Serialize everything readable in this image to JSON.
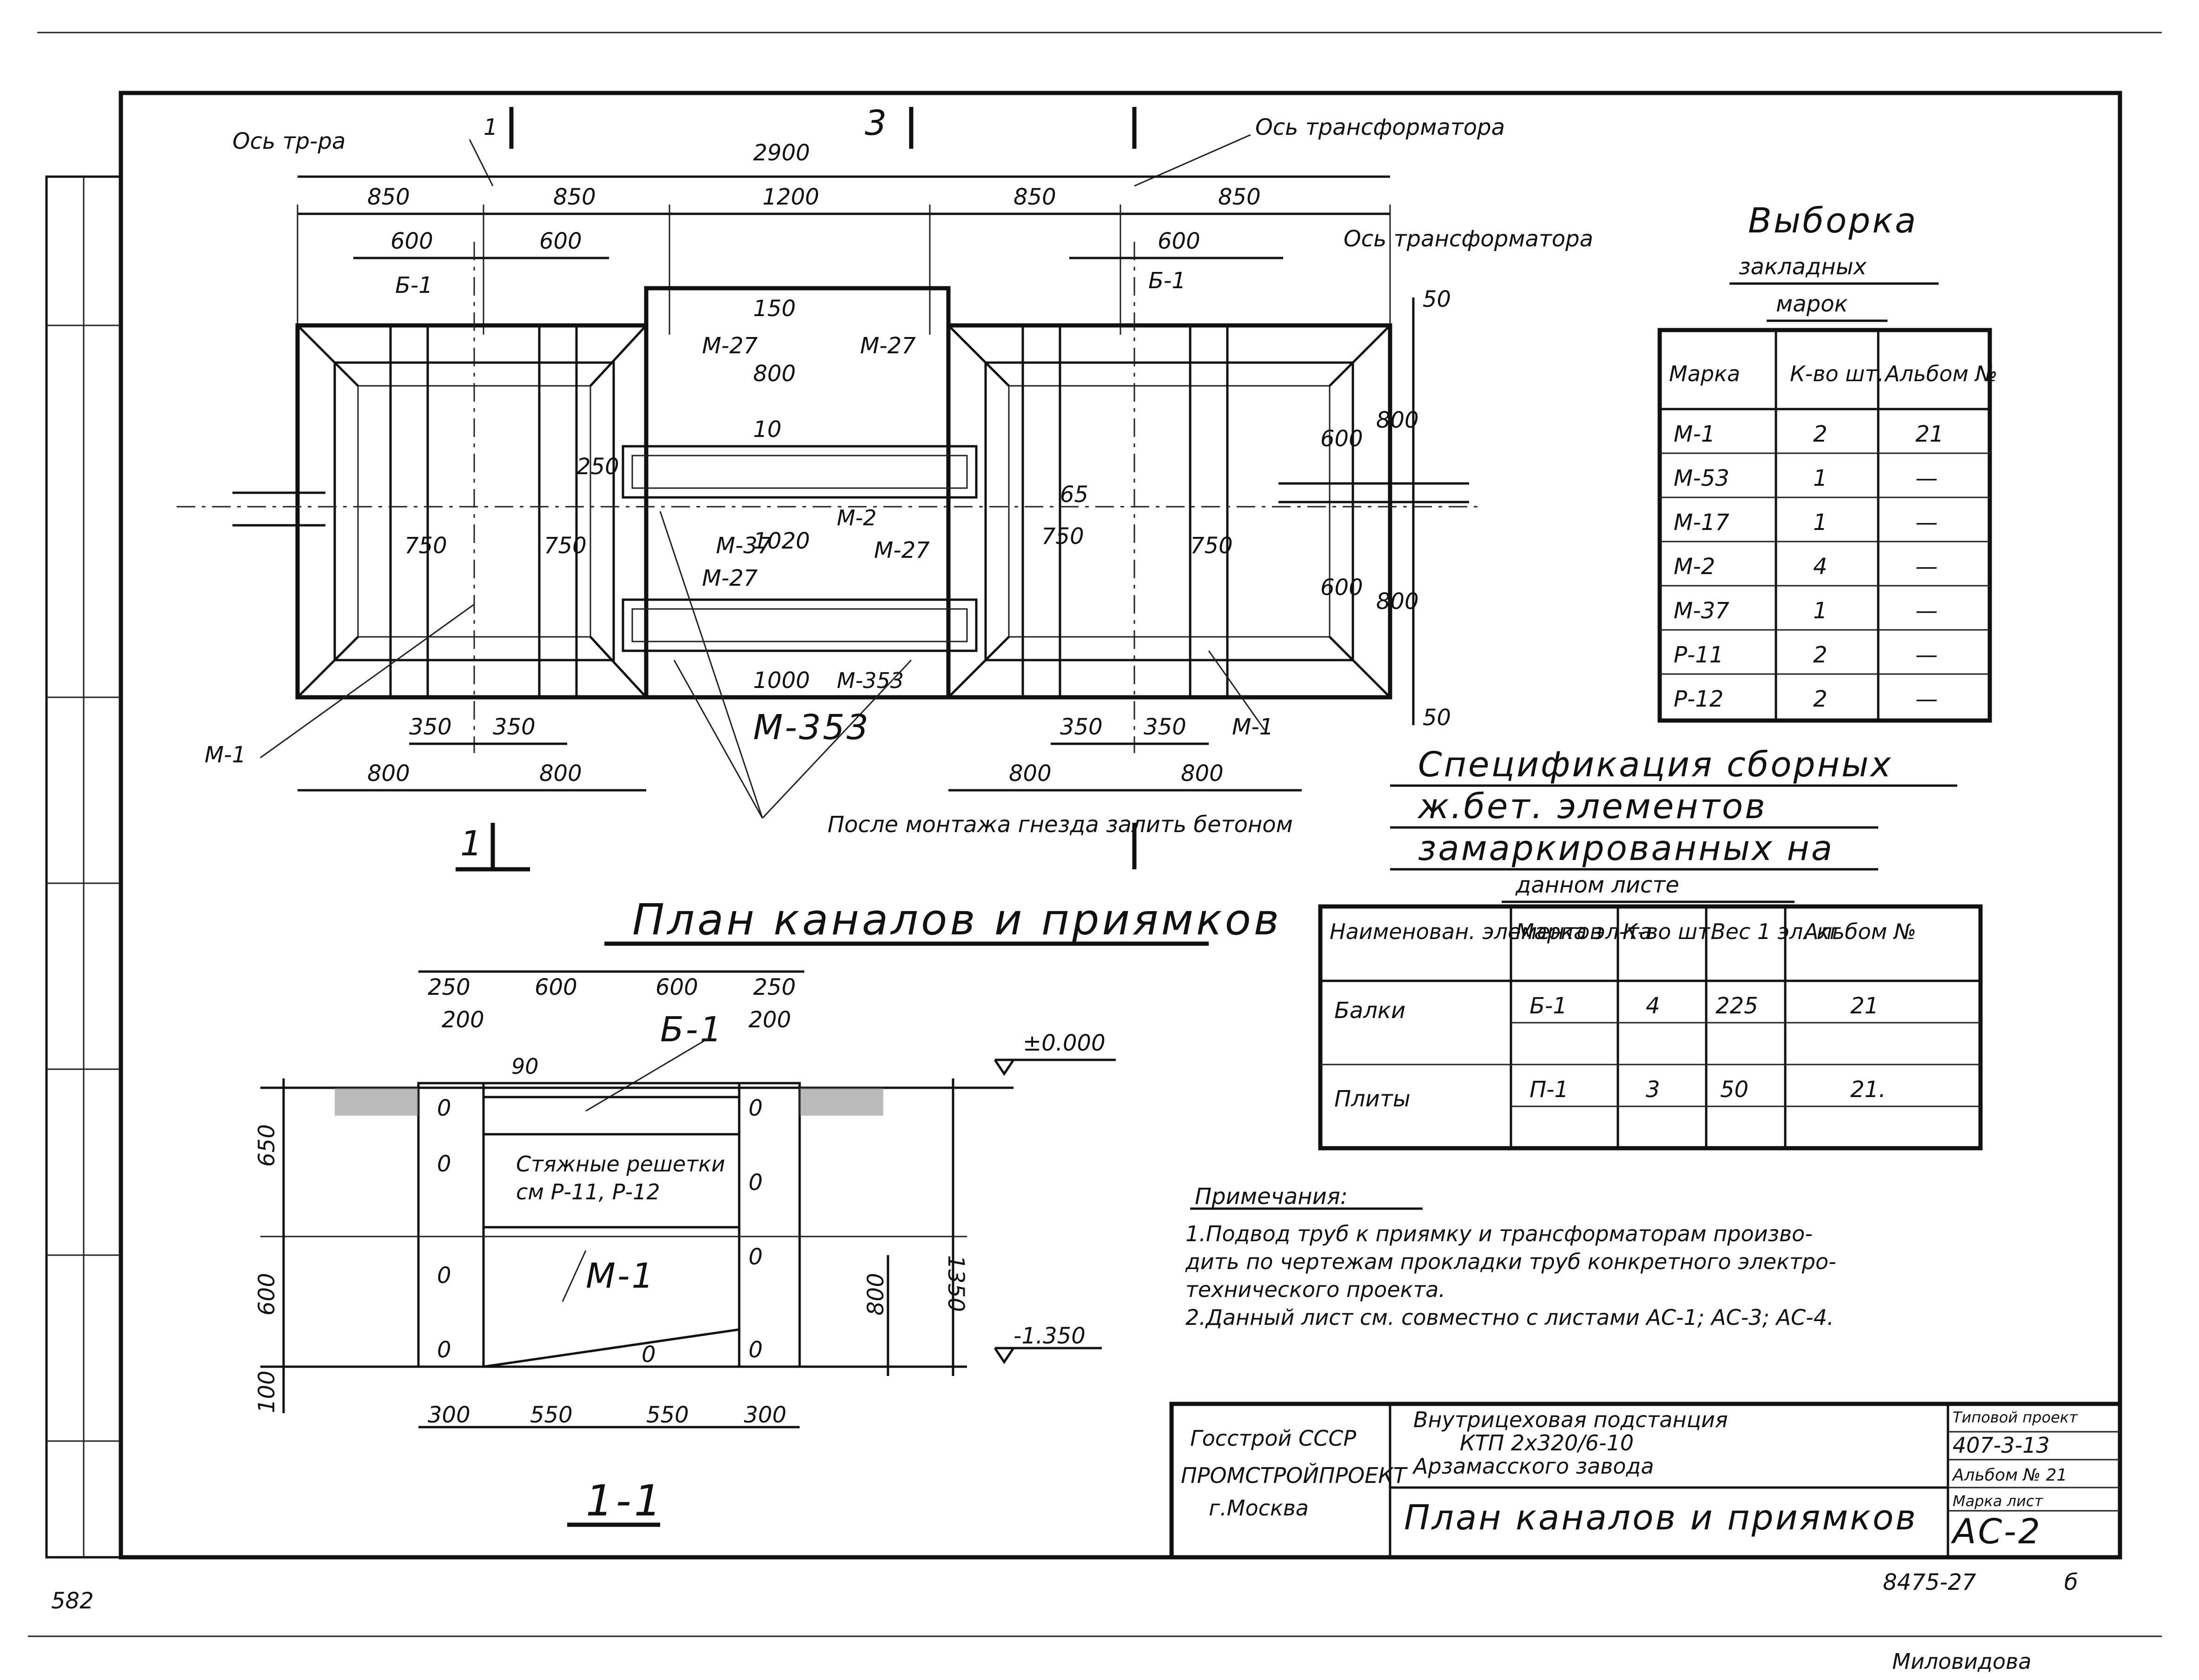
{
  "plan": {
    "axis_left": "Ось тр-ра",
    "axis_right_top": "Ось трансформатора",
    "axis_right_mid": "Ось трансформатора",
    "overall_dim": "2900",
    "dims_top": [
      "850",
      "850",
      "1200",
      "850",
      "850"
    ],
    "dims_second": [
      "600",
      "600",
      "600"
    ],
    "dims_right": [
      "50",
      "800",
      "600",
      "600",
      "800",
      "50"
    ],
    "dims_bottom_inner": [
      "350",
      "350",
      "350",
      "350"
    ],
    "dims_bottom": [
      "800",
      "800",
      "800",
      "800"
    ],
    "dims_inner": [
      "750",
      "750",
      "750",
      "750"
    ],
    "dims_center_v": [
      "150",
      "800",
      "10",
      "1020",
      "1000"
    ],
    "dim_65": "65",
    "dim_250": "250",
    "beam_label": "Б-1",
    "marks": [
      "М-27",
      "М-27",
      "М-37",
      "М-27",
      "М-27",
      "М-1",
      "М-1",
      "М-353"
    ],
    "small_marks": [
      "М-2",
      "М-353"
    ],
    "note_grout": "После монтажа гнезда залить бетоном",
    "section_mark": "1",
    "section_mark_top": "3",
    "title": "План каналов и приямков"
  },
  "section": {
    "dims_top": [
      "250",
      "600",
      "600",
      "250"
    ],
    "dims_second": [
      "200",
      "200"
    ],
    "beam_label": "Б-1",
    "level_top": "±0.000",
    "level_bottom": "-1.350",
    "dim_left": [
      "650",
      "600",
      "100"
    ],
    "dim_right": "1350",
    "dim_right_small": "800",
    "dim_small": "90",
    "rebar_note_line1": "Стяжные решетки",
    "rebar_note_line2": "см Р-11, Р-12",
    "mark": "М-1",
    "dims_bottom": [
      "300",
      "550",
      "550",
      "300"
    ],
    "title": "1-1"
  },
  "selection": {
    "title_line1": "Выборка",
    "title_line2": "закладных",
    "title_line3": "марок",
    "headers": [
      "Марка",
      "К-во шт.",
      "Альбом №"
    ],
    "rows": [
      [
        "М-1",
        "2",
        "21"
      ],
      [
        "М-53",
        "1",
        "—"
      ],
      [
        "М-17",
        "1",
        "—"
      ],
      [
        "М-2",
        "4",
        "—"
      ],
      [
        "М-37",
        "1",
        "—"
      ],
      [
        "Р-11",
        "2",
        "—"
      ],
      [
        "Р-12",
        "2",
        "—"
      ]
    ]
  },
  "specification": {
    "title_line1": "Спецификация сборных",
    "title_line2": "ж.бет. элементов",
    "title_line3": "замаркированных на",
    "title_line4": "данном листе",
    "headers": [
      "Наименован. элементов",
      "Марка эл-та",
      "К-во шт.",
      "Вес 1 эл. кг",
      "Альбом №"
    ],
    "rows": [
      [
        "Балки",
        "Б-1",
        "4",
        "225",
        "21"
      ],
      [
        "Плиты",
        "П-1",
        "3",
        "50",
        "21."
      ]
    ]
  },
  "notes": {
    "heading": "Примечания:",
    "line1": "1.Подвод труб к приямку и трансформаторам произво-",
    "line2": "дить по чертежам прокладки труб конкретного электро-",
    "line3": "технического проекта.",
    "line4": "2.Данный лист см. совместно с листами АС-1; АС-3; АС-4."
  },
  "title_block": {
    "org1": "Госстрой СССР",
    "org2": "ПРОМСТРОЙПРОЕКТ",
    "org3": "г.Москва",
    "project_line1": "Внутрицеховая подстанция",
    "project_line2": "КТП 2х320/6-10",
    "project_line3": "Арзамасского завода",
    "sheet_title": "План каналов и приямков",
    "typical_project_label": "Типовой проект",
    "typical_project_no": "407-3-13",
    "album_label": "Альбом № 21",
    "sheet_label": "Марка лист",
    "sheet_no": "АС-2",
    "drawing_no": "8475-27",
    "drawing_suffix": "б"
  },
  "margin": {
    "page_no": "582",
    "stamp_signature": "Миловидова"
  }
}
